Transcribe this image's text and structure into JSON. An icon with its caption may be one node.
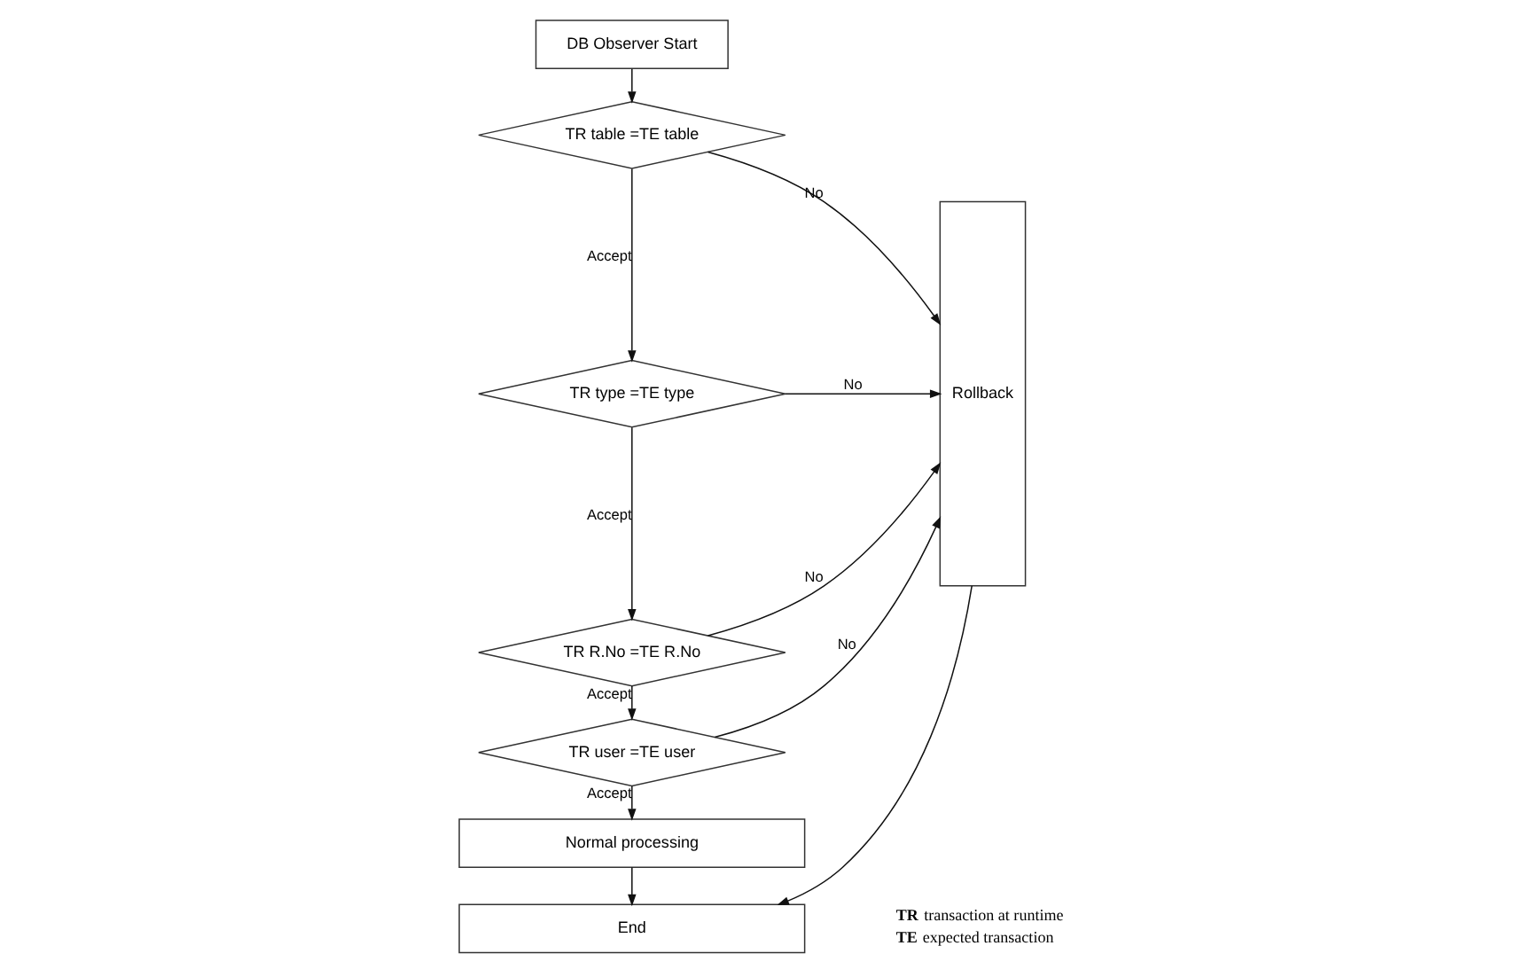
{
  "diagram": {
    "nodes": [
      {
        "text": [
          "DB Observer Start"
        ]
      },
      {
        "text": [
          "TR table =TE table"
        ]
      },
      {
        "text": [
          "TR type =TE type"
        ]
      },
      {
        "text": [
          "TR R.No =TE R.No"
        ]
      },
      {
        "text": [
          "TR user =TE user"
        ]
      },
      {
        "text": [
          "Normal processing"
        ]
      },
      {
        "text": [
          "End"
        ]
      },
      {
        "text": [
          "Rollback"
        ]
      }
    ],
    "edges": [
      {
        "from": 0,
        "to": 1,
        "arrow": "to"
      },
      {
        "from": 1,
        "to": 2,
        "arrow": "to",
        "label": "Accept"
      },
      {
        "from": 2,
        "to": 3,
        "arrow": "to",
        "label": "Accept"
      },
      {
        "from": 3,
        "to": 4,
        "arrow": "to",
        "label": "Accept"
      },
      {
        "from": 4,
        "to": 5,
        "arrow": "to",
        "label": "Accept"
      },
      {
        "from": 5,
        "to": 6,
        "arrow": "to"
      },
      {
        "from": 1,
        "to": 7,
        "arrow": "to",
        "label": "No"
      },
      {
        "from": 2,
        "to": 7,
        "arrow": "to",
        "label": "No"
      },
      {
        "from": 3,
        "to": 7,
        "arrow": "to",
        "label": "No"
      },
      {
        "from": 4,
        "to": 7,
        "arrow": "to",
        "label": "No"
      },
      {
        "from": 7,
        "to": 6,
        "arrow": "to"
      }
    ],
    "labels": [
      "**TR** transaction at runtime",
      "**TE** expected transaction"
    ]
  }
}
